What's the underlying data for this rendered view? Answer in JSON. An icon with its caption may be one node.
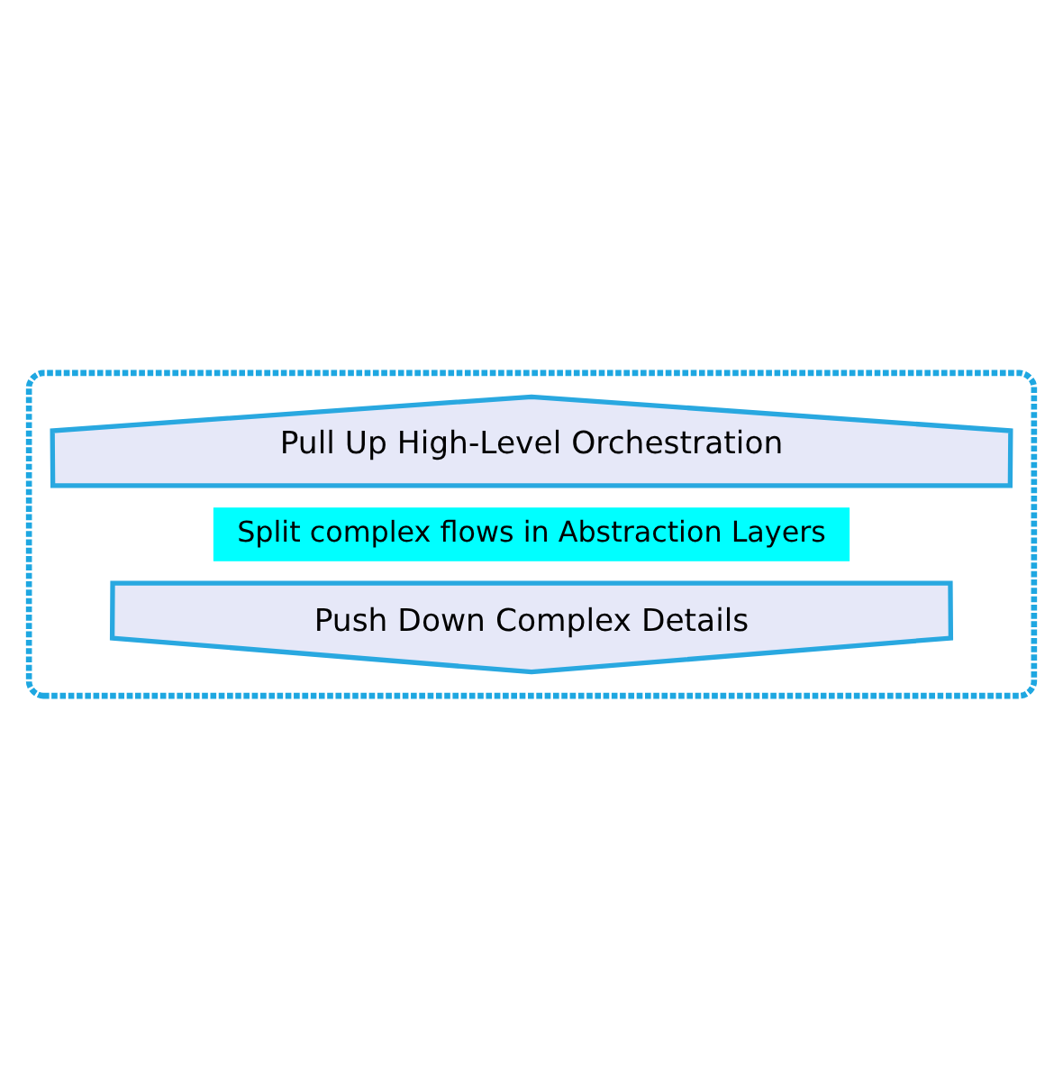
{
  "diagram": {
    "nodes": [
      {
        "text": [],
        "shape": "box"
      },
      {
        "text": [
          "Pull Up High-Level Orchestration"
        ],
        "in": 0
      },
      {
        "text": [
          "Split complex flows in Abstraction Layers"
        ],
        "in": 0
      },
      {
        "text": [
          "Push Down Complex Details"
        ],
        "in": 0
      }
    ]
  }
}
